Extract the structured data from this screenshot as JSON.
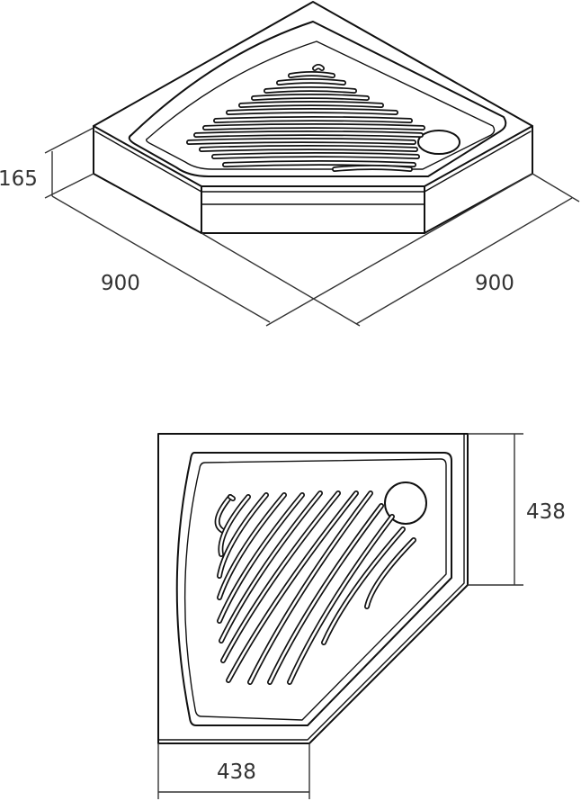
{
  "iso_view": {
    "height_label": "165",
    "left_width_label": "900",
    "right_width_label": "900"
  },
  "plan_view": {
    "right_edge_label": "438",
    "bottom_edge_label": "438"
  }
}
